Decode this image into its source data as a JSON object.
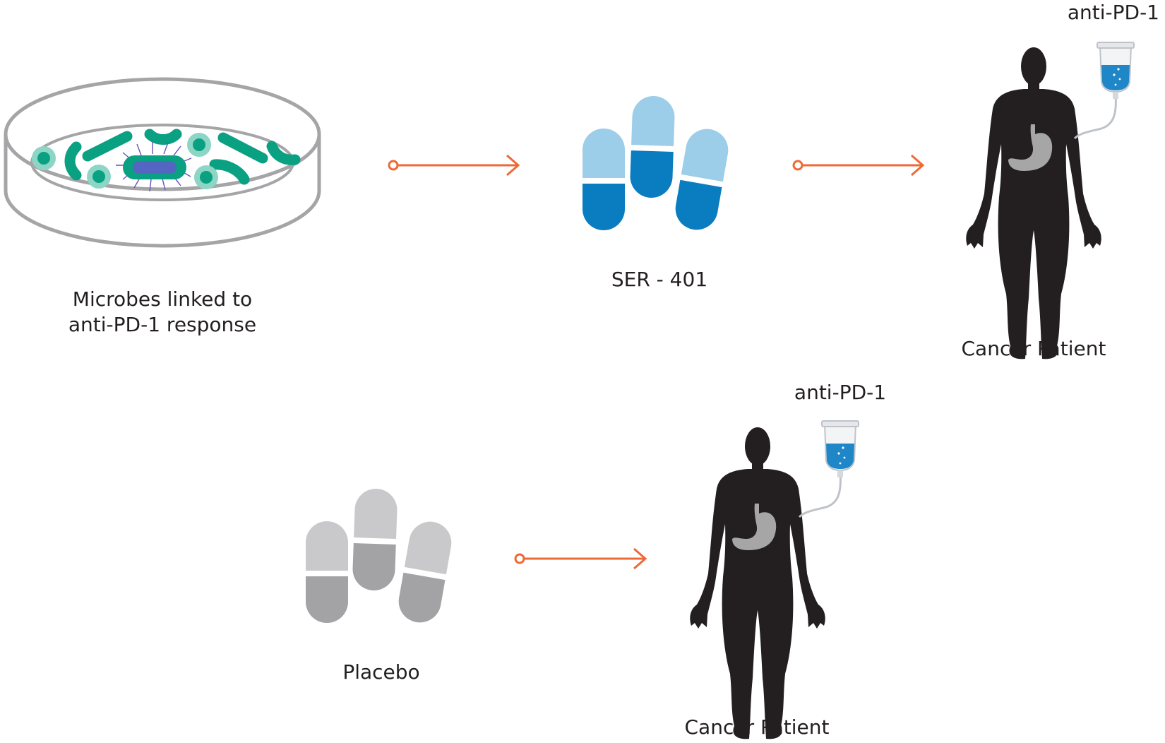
{
  "colors": {
    "arrow": "#ee6a35",
    "pill_light": "#9ccde9",
    "pill_dark": "#0a7dc1",
    "placebo_light": "#c9c9cb",
    "placebo_dark": "#a3a3a5",
    "microbe_teal": "#0aa082",
    "microbe_light": "#8dd6c6",
    "dish_gray": "#a5a5a7",
    "body_black": "#231f20",
    "stomach_gray": "#a6a6a6",
    "iv_blue": "#1f86c7"
  },
  "top_row": {
    "microbes": {
      "icon": "petri-dish-icon",
      "label_line1": "Microbes linked to",
      "label_line2": "anti-PD-1 response"
    },
    "drug": {
      "icon": "capsules-icon",
      "label": "SER - 401"
    },
    "patient": {
      "icon": "human-silhouette-icon",
      "iv_label": "anti-PD-1",
      "label": "Cancer Patient"
    }
  },
  "bottom_row": {
    "placebo": {
      "icon": "capsules-icon",
      "label": "Placebo"
    },
    "patient": {
      "icon": "human-silhouette-icon",
      "iv_label": "anti-PD-1",
      "label": "Cancer Patient"
    }
  }
}
